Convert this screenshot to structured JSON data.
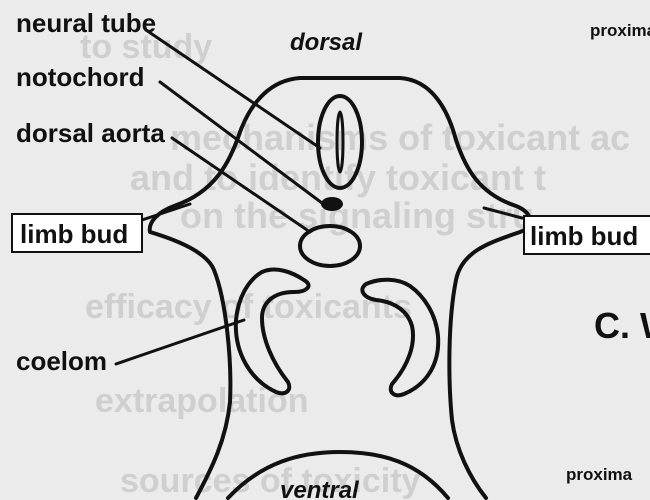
{
  "orientation": {
    "dorsal": "dorsal",
    "ventral": "ventral"
  },
  "labels": {
    "neural_tube": "neural tube",
    "notochord": "notochord",
    "dorsal_aorta": "dorsal aorta",
    "limb_bud_left": "limb bud",
    "limb_bud_right": "limb bud",
    "coelom": "coelom"
  },
  "background_text": {
    "proximal_top": "proxima",
    "section_c": "C. W",
    "proximal_bottom": "proxima"
  },
  "ghost_text": {
    "line1": "to study",
    "line2": "mechanisms of toxicant ac",
    "line3": "and to identify toxicant t",
    "line4": "on the signaling stru",
    "line5": "efficacy of toxicants",
    "line6": "extrapolation",
    "line7": "sources of toxicity"
  },
  "colors": {
    "ink": "#111111",
    "paper": "#ebebeb",
    "ghost_text": "#cfcfcf"
  }
}
